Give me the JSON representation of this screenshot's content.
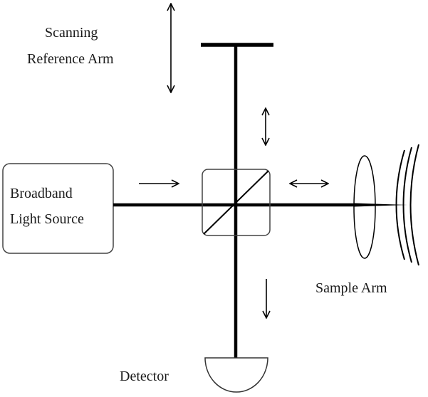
{
  "labels": {
    "reference_arm_line1": "Scanning",
    "reference_arm_line2": "Reference Arm",
    "source_line1": "Broadband",
    "source_line2": "Light Source",
    "sample_arm": "Sample Arm",
    "detector": "Detector"
  },
  "colors": {
    "line": "#000000",
    "box_stroke": "#444444",
    "background": "#ffffff"
  }
}
